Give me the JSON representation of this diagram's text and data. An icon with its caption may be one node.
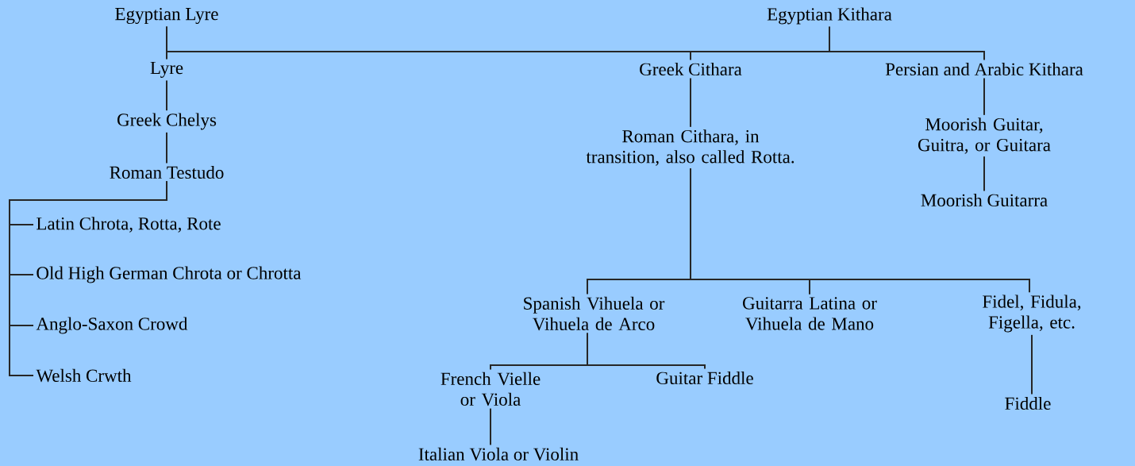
{
  "diagram": {
    "nodes": [
      {
        "text": [
          "Egyptian Lyre"
        ]
      },
      {
        "text": [
          "Egyptian Kithara"
        ]
      },
      {
        "text": [
          "Lyre"
        ]
      },
      {
        "text": [
          "Greek Chelys"
        ]
      },
      {
        "text": [
          "Roman Testudo"
        ]
      },
      {
        "text": [
          "Latin Chrota, Rotta, Rote"
        ]
      },
      {
        "text": [
          "Old High German Chrota or Chrotta"
        ]
      },
      {
        "text": [
          "Anglo-Saxon Crowd"
        ]
      },
      {
        "text": [
          "Welsh Crwth"
        ]
      },
      {
        "text": [
          "Greek Cithara"
        ]
      },
      {
        "text": [
          "Persian and Arabic Kithara"
        ]
      },
      {
        "text": [
          "Roman Cithara, in transition, also called Rotta."
        ]
      },
      {
        "text": [
          "Moorish Guitar, Guitra, or Guitara"
        ]
      },
      {
        "text": [
          "Moorish Guitarra"
        ]
      },
      {
        "text": [
          "Spanish Vihuela or Vihuela de Arco"
        ]
      },
      {
        "text": [
          "Guitarra Latina or Vihuela de Mano"
        ]
      },
      {
        "text": [
          "Fidel, Fidula, Figella, etc."
        ]
      },
      {
        "text": [
          "French Vielle or Viola"
        ]
      },
      {
        "text": [
          "Guitar Fiddle"
        ]
      },
      {
        "text": [
          "Italian Viola or Violin"
        ]
      },
      {
        "text": [
          "Fiddle"
        ]
      }
    ],
    "edges": [
      {
        "from": 0,
        "to": 1,
        "arrow": "none"
      },
      {
        "from": 0,
        "to": 2,
        "arrow": "none"
      },
      {
        "from": 1,
        "to": 9,
        "arrow": "none"
      },
      {
        "from": 1,
        "to": 10,
        "arrow": "none"
      },
      {
        "from": 2,
        "to": 3,
        "arrow": "none"
      },
      {
        "from": 3,
        "to": 4,
        "arrow": "none"
      },
      {
        "from": 4,
        "to": 5,
        "arrow": "none"
      },
      {
        "from": 4,
        "to": 6,
        "arrow": "none"
      },
      {
        "from": 4,
        "to": 7,
        "arrow": "none"
      },
      {
        "from": 4,
        "to": 8,
        "arrow": "none"
      },
      {
        "from": 9,
        "to": 11,
        "arrow": "none"
      },
      {
        "from": 10,
        "to": 12,
        "arrow": "none"
      },
      {
        "from": 12,
        "to": 13,
        "arrow": "none"
      },
      {
        "from": 11,
        "to": 14,
        "arrow": "none"
      },
      {
        "from": 11,
        "to": 15,
        "arrow": "none"
      },
      {
        "from": 11,
        "to": 16,
        "arrow": "none"
      },
      {
        "from": 14,
        "to": 17,
        "arrow": "none"
      },
      {
        "from": 14,
        "to": 18,
        "arrow": "none"
      },
      {
        "from": 17,
        "to": 19,
        "arrow": "none"
      },
      {
        "from": 16,
        "to": 20,
        "arrow": "none"
      }
    ]
  }
}
